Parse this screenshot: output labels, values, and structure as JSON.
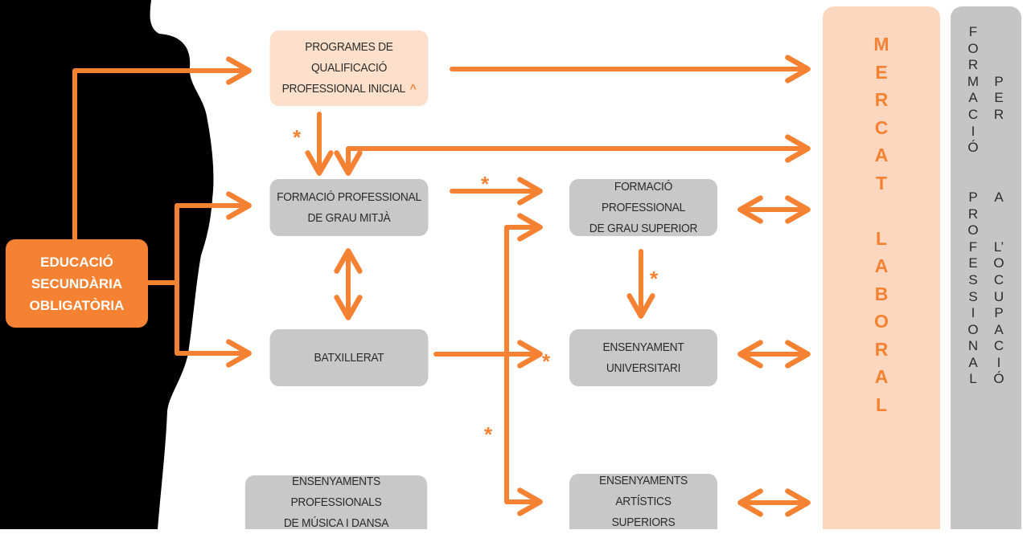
{
  "eso": [
    "EDUCACIÓ",
    "SECUNDÀRIA",
    "OBLIGATÒRIA"
  ],
  "pqpi": {
    "lines": [
      "PROGRAMES DE QUALIFICACIÓ",
      "PROFESSIONAL INICIAL"
    ],
    "mark": "^"
  },
  "fp_mitja": [
    "FORMACIÓ PROFESSIONAL",
    "DE GRAU MITJÀ"
  ],
  "batxillerat": [
    "BATXILLERAT"
  ],
  "ens_prof": [
    "ENSENYAMENTS PROFESSIONALS",
    "DE MÚSICA I DANSA"
  ],
  "fp_superior": [
    "FORMACIÓ PROFESSIONAL",
    "DE GRAU SUPERIOR"
  ],
  "universitari": [
    "ENSENYAMENT",
    "UNIVERSITARI"
  ],
  "artistics": [
    "ENSENYAMENTS ARTÍSTICS",
    "SUPERIORS"
  ],
  "mercat": [
    "M",
    "E",
    "R",
    "C",
    "A",
    "T",
    "",
    "L",
    "A",
    "B",
    "O",
    "R",
    "A",
    "L"
  ],
  "fpo_col1": [
    "F",
    "O",
    "R",
    "M",
    "A",
    "C",
    "I",
    "Ó",
    "",
    "",
    "P",
    "R",
    "O",
    "F",
    "E",
    "S",
    "S",
    "I",
    "O",
    "N",
    "A",
    "L"
  ],
  "fpo_col2": [
    "",
    "",
    "",
    "P",
    "E",
    "R",
    "",
    "",
    "",
    "",
    "A",
    "",
    "",
    "L’",
    "O",
    "C",
    "U",
    "P",
    "A",
    "C",
    "I",
    "Ó"
  ],
  "asterisk": "*",
  "colors": {
    "accent": "#f58233",
    "box_gray": "#c8c8c8",
    "box_peach": "#fde0cb",
    "mercat_bg": "#fbd7bf",
    "silhouette": "#000000"
  }
}
